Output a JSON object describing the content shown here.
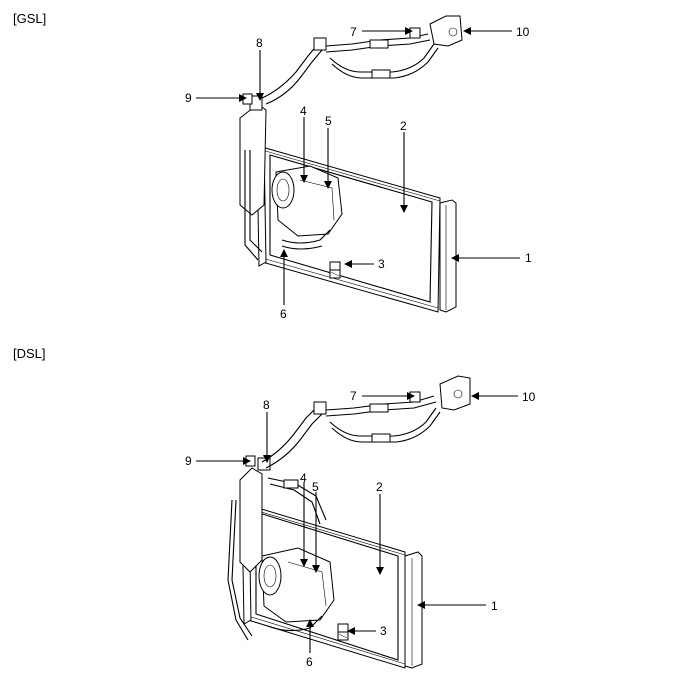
{
  "sections": [
    {
      "label": "[GSL]",
      "callouts": {
        "c1": "1",
        "c2": "2",
        "c3": "3",
        "c4": "4",
        "c5": "5",
        "c6": "6",
        "c7": "7",
        "c8": "8",
        "c9": "9",
        "c10": "10"
      }
    },
    {
      "label": "[DSL]",
      "callouts": {
        "c1": "1",
        "c2": "2",
        "c3": "3",
        "c4": "4",
        "c5": "5",
        "c6": "6",
        "c7": "7",
        "c8": "8",
        "c9": "9",
        "c10": "10"
      }
    }
  ]
}
